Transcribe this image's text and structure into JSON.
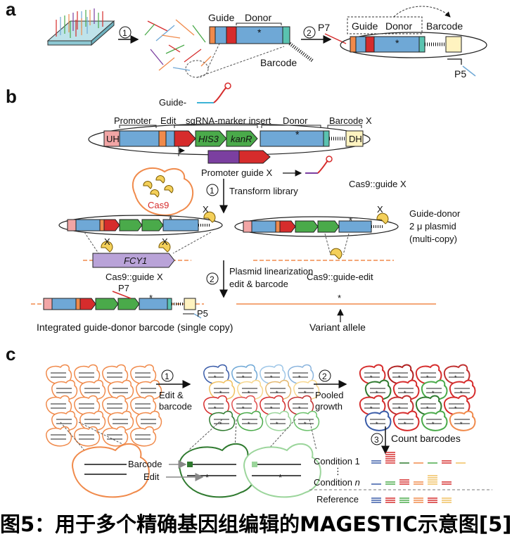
{
  "panels": {
    "a": "a",
    "b": "b",
    "c": "c"
  },
  "steps": {
    "s1": "1",
    "s2": "2",
    "s3": "3"
  },
  "panel_a": {
    "guide": "Guide",
    "donor": "Donor",
    "barcode": "Barcode",
    "p7": "P7",
    "p5": "P5",
    "guide2": "Guide",
    "donor2": "Donor",
    "barcode2": "Barcode",
    "star": "*"
  },
  "panel_b": {
    "guide_minus": "Guide-",
    "promoter": "Promoter",
    "edit": "Edit",
    "sgrna_marker": "sgRNA-marker insert",
    "donor": "Donor",
    "barcode_x": "Barcode X",
    "uh": "UH",
    "his3": "HIS3",
    "kanr": "kanR",
    "dh": "DH",
    "promoter_guide_x": "Promoter guide X",
    "cas9": "Cas9",
    "transform": "Transform library",
    "cas9_guide_x_top": "Cas9::guide X",
    "x": "X",
    "plasmid_desc": [
      "Guide-donor",
      "2 μ plasmid",
      "(multi-copy)"
    ],
    "fcy1": "FCY1",
    "cas9_guide_x": "Cas9::guide X",
    "cas9_guide_edit": "Cas9::guide-edit",
    "linearization": [
      "Plasmid linearization",
      "edit & barcode"
    ],
    "p7": "P7",
    "p5": "P5",
    "integrated": "Integrated guide-donor barcode (single copy)",
    "variant": "Variant allele",
    "star": "*"
  },
  "panel_c": {
    "edit_barcode": [
      "Edit &",
      "barcode"
    ],
    "pooled": [
      "Pooled",
      "growth"
    ],
    "count": "Count barcodes",
    "barcode": "Barcode",
    "edit": "Edit",
    "cond1": "Condition 1",
    "vdots": "⋮",
    "condn": "Condition",
    "condn_italic": "n",
    "reference": "Reference"
  },
  "caption": "图5：用于多个精确基因组编辑的MAGESTIC示意图[5]",
  "colors": {
    "orange": "#f08a4b",
    "blue": "#6fa8d6",
    "red": "#d62c2c",
    "green": "#4aaa4a",
    "purple": "#7b3fa0",
    "teal": "#5ac3b0",
    "cream": "#fff3c0",
    "pink": "#f2a5a5"
  }
}
